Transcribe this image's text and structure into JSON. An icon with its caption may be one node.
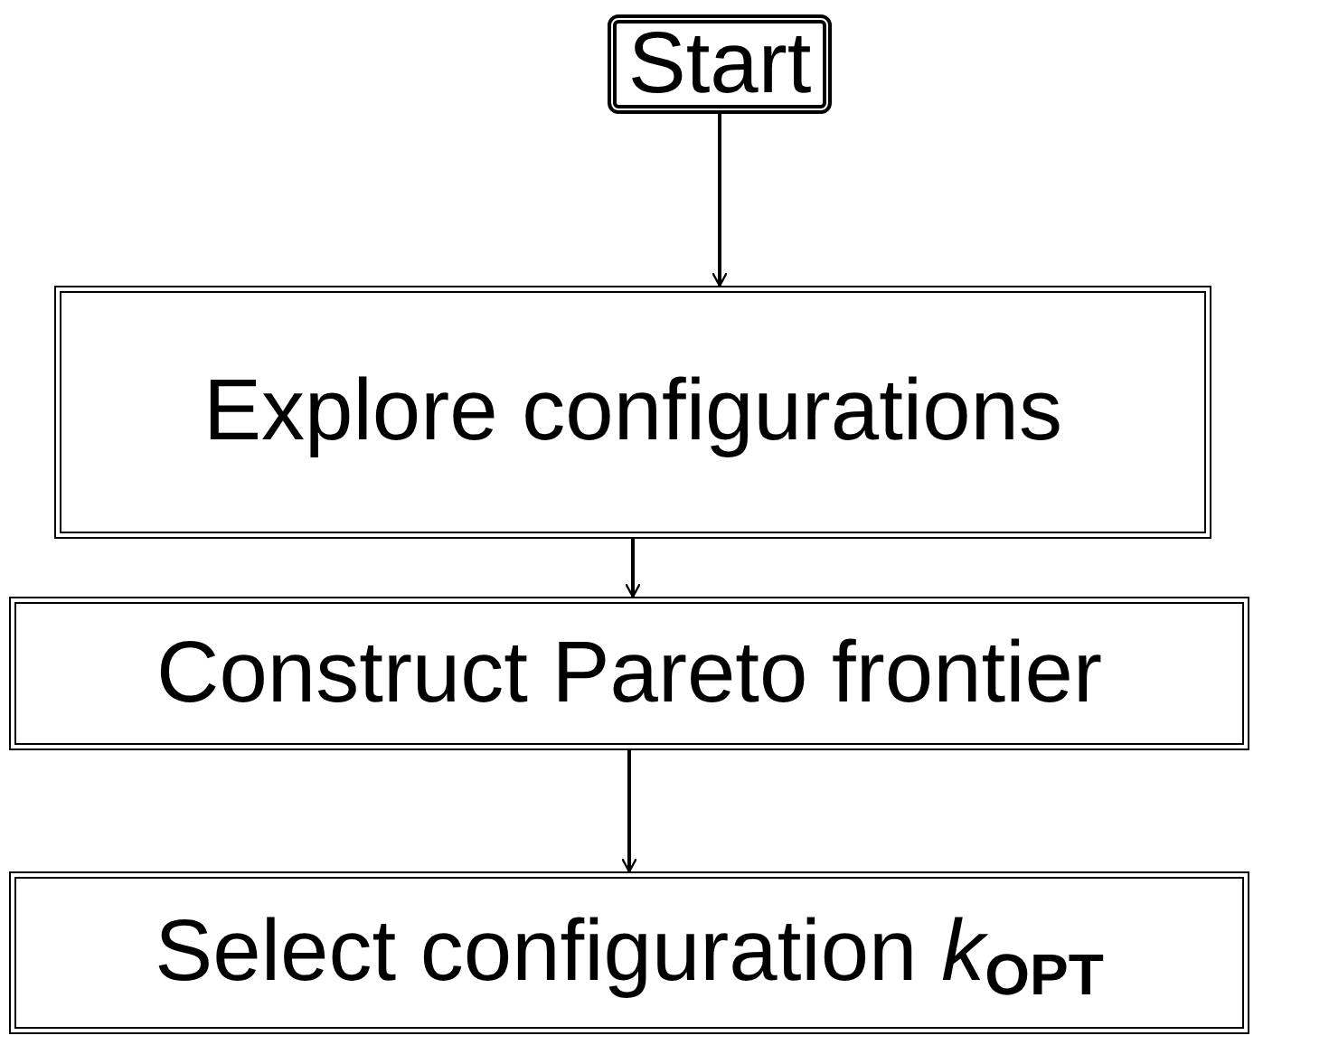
{
  "diagram": {
    "nodes": [
      {
        "text": [
          "Start"
        ]
      },
      {
        "text": [
          "Explore configurations"
        ]
      },
      {
        "text": [
          "Construct Pareto frontier"
        ]
      },
      {
        "text": [
          "Select configuration *k*$_{OPT}$"
        ]
      }
    ],
    "edges": [
      {
        "from": 0,
        "to": 1,
        "arrow": "to"
      },
      {
        "from": 1,
        "to": 2,
        "arrow": "to"
      },
      {
        "from": 2,
        "to": 3,
        "arrow": "to"
      }
    ]
  }
}
